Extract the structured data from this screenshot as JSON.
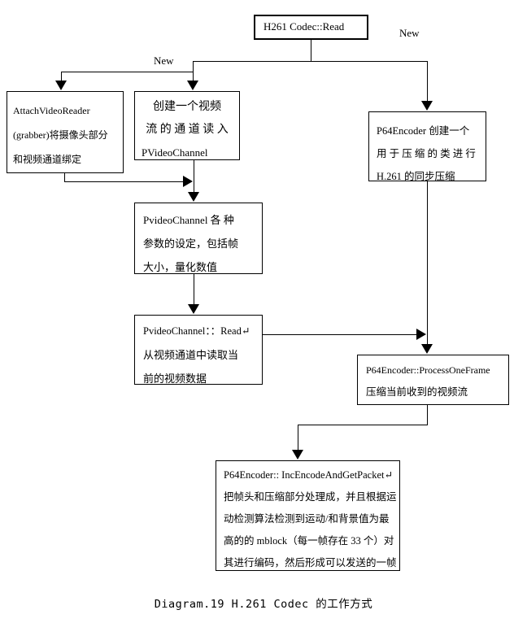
{
  "colors": {
    "line": "#000000",
    "background": "#ffffff",
    "text": "#000000"
  },
  "caption": "Diagram.19 H.261 Codec 的工作方式",
  "labels": {
    "new_left": "New",
    "new_right": "New"
  },
  "nodes": {
    "h261_codec_read": {
      "title": "H261 Codec::Read"
    },
    "attach_video_reader": {
      "lines": [
        "AttachVideoReader",
        "(grabber)将摄像头部分",
        "和视频通道绑定"
      ]
    },
    "create_video_channel": {
      "lines": [
        "创建一个视频",
        "流 的 通 道 读 入",
        "PVideoChannel"
      ]
    },
    "p64_encoder_create": {
      "lines": [
        "P64Encoder 创建一个",
        "用 于 压 缩 的 类 进 行",
        "H.261 的同步压缩"
      ]
    },
    "pvideochannel_params": {
      "lines": [
        "PvideoChannel 各 种",
        "参数的设定，包括帧",
        "大小，量化数值"
      ]
    },
    "pvideochannel_read": {
      "lines": [
        "PvideoChannel：：Read↵",
        "从视频通道中读取当",
        "前的视频数据"
      ]
    },
    "p64_process_one_frame": {
      "lines": [
        "P64Encoder::ProcessOneFrame",
        "压缩当前收到的视频流"
      ]
    },
    "p64_inc_encode": {
      "lines": [
        "P64Encoder:: IncEncodeAndGetPacket↵",
        "把帧头和压缩部分处理成，并且根据运",
        "动检测算法检测到运动/和背景值为最",
        "高的的 mblock（每一帧存在 33 个）对",
        "其进行编码，然后形成可以发送的一帧"
      ]
    }
  }
}
